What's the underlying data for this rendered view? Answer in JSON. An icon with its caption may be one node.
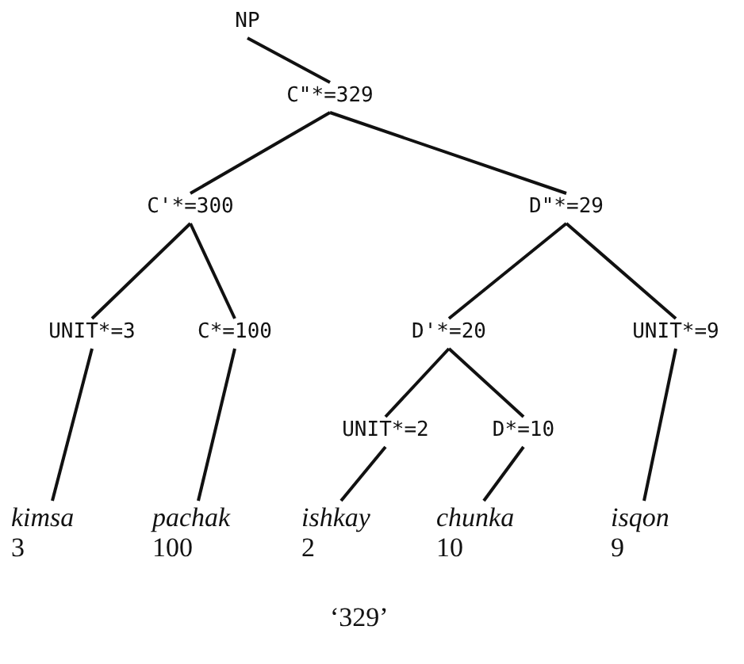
{
  "diagram": {
    "nodes": [
      {
        "text": [
          "NP"
        ]
      },
      {
        "text": [
          "C\"*=329"
        ]
      },
      {
        "text": [
          "C'*=300"
        ]
      },
      {
        "text": [
          "D\"*=29"
        ]
      },
      {
        "text": [
          "UNIT*=3"
        ]
      },
      {
        "text": [
          "C*=100"
        ]
      },
      {
        "text": [
          "D'*=20"
        ]
      },
      {
        "text": [
          "UNIT*=9"
        ]
      },
      {
        "text": [
          "UNIT*=2"
        ]
      },
      {
        "text": [
          "D*=10"
        ]
      },
      {
        "text": [
          "kimsa",
          "3"
        ]
      },
      {
        "text": [
          "pachak",
          "100"
        ]
      },
      {
        "text": [
          "ishkay",
          "2"
        ]
      },
      {
        "text": [
          "chunka",
          "10"
        ]
      },
      {
        "text": [
          "isqon",
          "9"
        ]
      }
    ],
    "edges": [
      {
        "from": 0,
        "to": 1,
        "arrow": "none"
      },
      {
        "from": 1,
        "to": 2,
        "arrow": "none"
      },
      {
        "from": 1,
        "to": 3,
        "arrow": "none"
      },
      {
        "from": 2,
        "to": 4,
        "arrow": "none"
      },
      {
        "from": 2,
        "to": 5,
        "arrow": "none"
      },
      {
        "from": 3,
        "to": 6,
        "arrow": "none"
      },
      {
        "from": 3,
        "to": 7,
        "arrow": "none"
      },
      {
        "from": 6,
        "to": 8,
        "arrow": "none"
      },
      {
        "from": 6,
        "to": 9,
        "arrow": "none"
      },
      {
        "from": 4,
        "to": 10,
        "arrow": "none"
      },
      {
        "from": 5,
        "to": 11,
        "arrow": "none"
      },
      {
        "from": 8,
        "to": 12,
        "arrow": "none"
      },
      {
        "from": 9,
        "to": 13,
        "arrow": "none"
      },
      {
        "from": 7,
        "to": 14,
        "arrow": "none"
      }
    ],
    "labels": [
      "‘329’"
    ]
  }
}
